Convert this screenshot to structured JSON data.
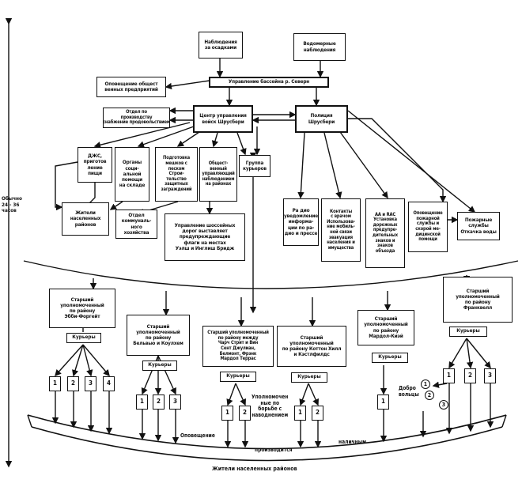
{
  "left_axis": {
    "time_label": "Обычно\n24 - 36\nчасов"
  },
  "top_boxes": {
    "obs_rain": "Наблюдения\nза осадками",
    "obs_water": "Водомерные\nнаблюдения",
    "basin_office": "Управление бассейна р. Северн"
  },
  "left_boxes": {
    "notify_enterprises": "Оповещение общест\nвенных предприятий",
    "food_supply": "Отдел по\nпроизводству\nснабжение продовольствием",
    "civil_defense": "Центр управления\nвойск Шрусбери"
  },
  "right_boxes": {
    "police": "Полиция\nШрусбери"
  },
  "mid_boxes": {
    "dzhs": "ДЖС,\nприготов\nление\nпищи",
    "social_work": "Органы\nсоци-\nальной\nпомощи\nна складе",
    "sandbags": "Подготовка\nмешков с\nпеском\nСтрои-\nтельство\nзащитных\nзаграждений",
    "public_services": "Общест-\nвенный\nуправляющий\nнаблюдением\nна районах",
    "couriers_group": "Группа\nкурьеров",
    "residents_districts": "Жители\nнаселенных\nрайонов",
    "housing_dept": "Отдел\nкоммуналь-\nного\nхозяйства",
    "road_mgmt": "Управление шоссейных\nдорог выставляет\nпредупреждающие\nфлаги на местах\nУэлш и Инглиш Бридж"
  },
  "right_mid_boxes": {
    "radio_press": "Ра дио\nуведомление\nинформа-\nции по ра-\nдио и прессе",
    "contacts": "Контакты\nс врачом\nИспользова-\nние мобиль-\nной связи\nэвакуация\nнаселения и\nимущества",
    "aa_rac": "АА и RAC\nУстановка\nдорожных\nпредупре-\nдительных\nзнаков и\nзнаков\nобъезда",
    "fire_notify": "Оповещение\nпожарной\nслужбы и\nскорой ме-\nдицинской\nпомощи",
    "fire_service": "Пожарные\nслужбы\nОткачка воды"
  },
  "wardens": {
    "w1": "Старший\nуполномоченный\nпо району\nЭбби-Форгейт",
    "w2": "Старший\nуполномоченный\nпо району\nБельвью и Коулхем",
    "w3": "Старший уполномоченный\nпо району между\nЧарч Стрит и Вин\nСент Джулиан,\nБелмонт, Фрэнк\nМардол Террас",
    "w4": "Старший\nуполномоченный\nпо району Коттон Хилл\nи Кэстлфилдс",
    "w5": "Старший\nуполномоченный\nпо району\nМардол-Киэй",
    "w6": "Старший\nуполномоченный\nпо району\nФранквелл"
  },
  "couriers_label": "Курьеры",
  "volunteers": "Добро\nвольцы",
  "notified_note": "Уполномочен\nные по\nборьбе с\nнаводнением",
  "numbers": {
    "n1": "1",
    "n2": "2",
    "n3": "3",
    "n4": "4"
  },
  "bottom": {
    "residents": "Жители населенных районов",
    "note1": "Оповещение",
    "note2": "производится",
    "note3": "наличным"
  }
}
